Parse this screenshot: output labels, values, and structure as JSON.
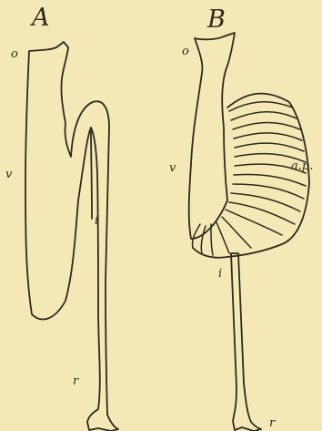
{
  "figure": {
    "panels": [
      {
        "id": "A",
        "letter": "A",
        "labels": {
          "o": "o",
          "v": "v",
          "i": "i",
          "r": "r"
        }
      },
      {
        "id": "B",
        "letter": "B",
        "labels": {
          "o": "o",
          "v": "v",
          "i": "i",
          "r": "r",
          "ap": "a.p."
        }
      }
    ],
    "colors": {
      "paper": "#f3e8b6",
      "ink": "#2e2a1e"
    }
  }
}
